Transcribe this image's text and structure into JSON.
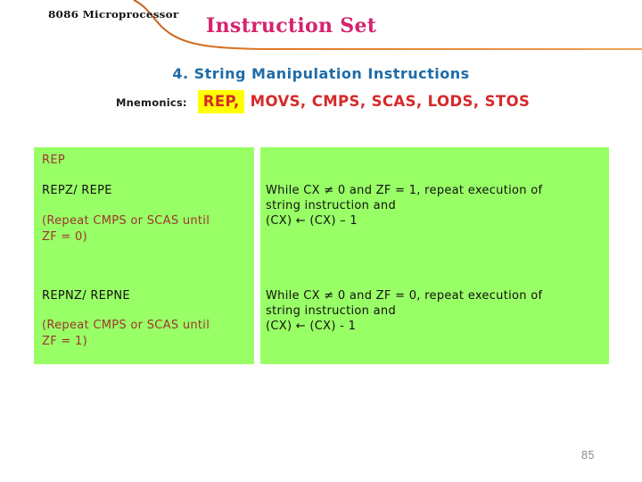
{
  "header": {
    "course_label": "8086 Microprocessor",
    "page_title": "Instruction Set"
  },
  "section": {
    "heading": "4. String Manipulation Instructions",
    "mnemonics_label": "Mnemonics:",
    "mnemonic_highlight": "REP,",
    "mnemonic_rest": "MOVS, CMPS, SCAS, LODS, STOS"
  },
  "table": {
    "rows": [
      {
        "mnemonic_primary": "REP",
        "mnemonic_alt": "REPZ/ REPE",
        "note_line1": "(Repeat CMPS or SCAS until",
        "note_line2": "ZF = 0)",
        "desc_line1": "While CX ≠ 0 and ZF = 1, repeat execution of",
        "desc_line2": "string instruction and",
        "desc_line3": "(CX) ← (CX) – 1"
      },
      {
        "mnemonic_alt": "REPNZ/ REPNE",
        "note_line1": "(Repeat CMPS or SCAS until",
        "note_line2": "ZF = 1)",
        "desc_line1": "While CX ≠ 0 and ZF = 0, repeat execution of",
        "desc_line2": "string instruction and",
        "desc_line3": "(CX) ← (CX) - 1"
      }
    ]
  },
  "footer": {
    "page_number": "85"
  },
  "colors": {
    "table_background": "#99ff66",
    "highlight_yellow": "#ffff00",
    "mnemonic_red": "#d52a2a",
    "note_dark_red": "#9c3530",
    "heading_blue": "#1e6ca8",
    "title_magenta": "#d5246e",
    "swoosh_orange": "#e07820"
  }
}
